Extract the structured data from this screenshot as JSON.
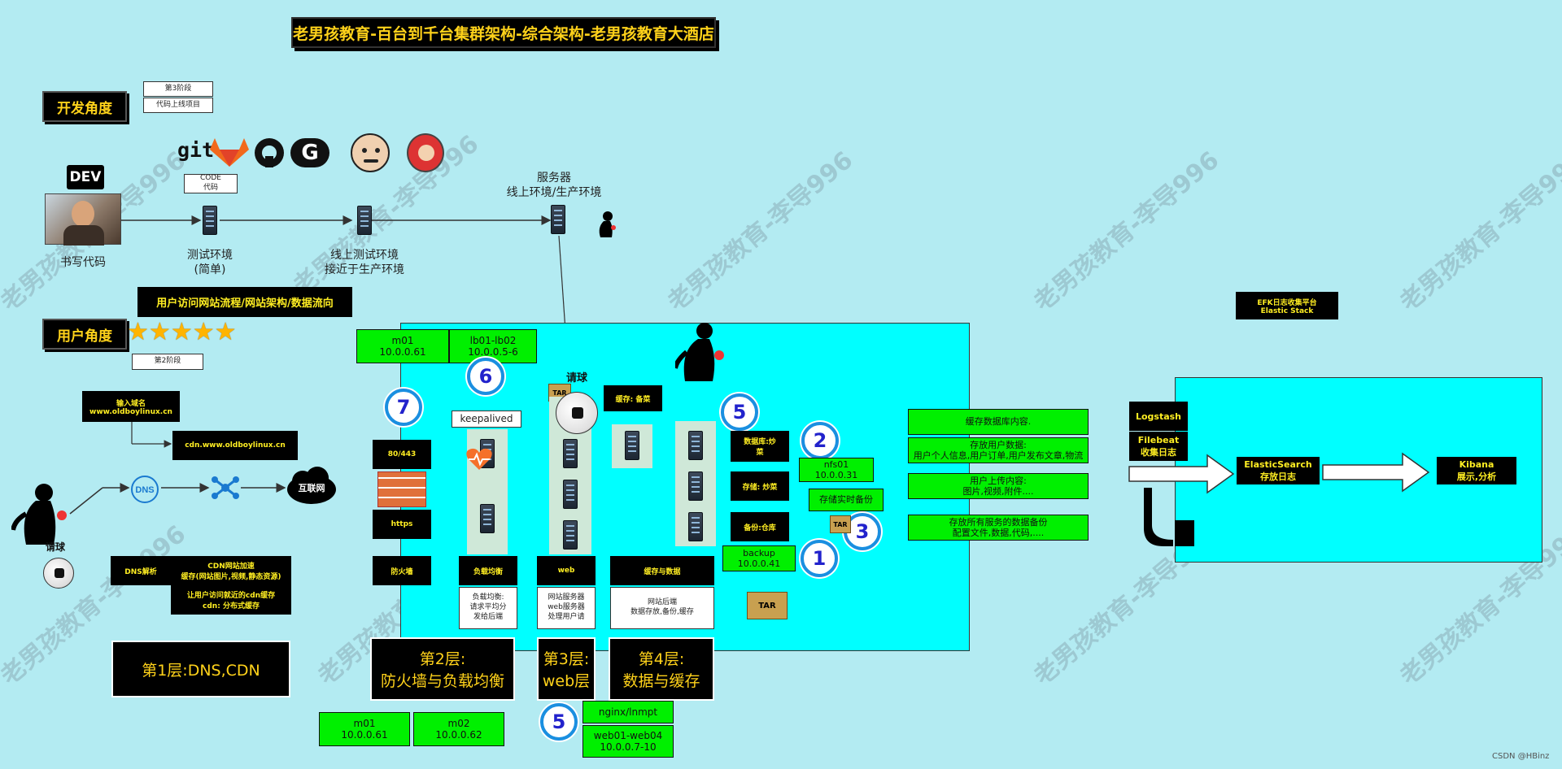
{
  "title": "老男孩教育-百台到千台集群架构-综合架构-老男孩教育大酒店",
  "dev": {
    "heading": "开发角度",
    "stage_label": "第3阶段",
    "stage_desc": "代码上线项目",
    "dev_badge": "DEV",
    "write_code": "书写代码",
    "code_line1": "CODE",
    "code_line2": "代码",
    "git_text": "git",
    "test_env_1": "测试环境",
    "test_env_2": "(简单)",
    "online_test_1": "线上测试环境",
    "online_test_2": "接近于生产环境",
    "server_1": "服务器",
    "server_2": "线上环境/生产环境"
  },
  "user": {
    "flow_title": "用户访问网站流程/网站架构/数据流向",
    "heading": "用户角度",
    "stars": 5,
    "stage_label": "第2阶段",
    "input_domain_1": "输入域名",
    "input_domain_2": "www.oldboylinux.cn",
    "cdn_domain": "cdn.www.oldboylinux.cn",
    "request_ball": "请球",
    "dns_text": "DNS",
    "internet": "互联网",
    "dns_resolve": "DNS解析",
    "cdn_accel_1": "CDN网站加速",
    "cdn_accel_2": "缓存(网站图片,视频,静态资源)",
    "cdn_near_1": "让用户访问就近的cdn缓存",
    "cdn_near_2": "cdn: 分布式缓存",
    "layer1": "第1层:DNS,CDN"
  },
  "layers": {
    "m01_top_1": "m01",
    "m01_top_2": "10.0.0.61",
    "lb_1": "lb01-lb02",
    "lb_2": "10.0.0.5-6",
    "port": "80/443",
    "https": "https",
    "firewall": "防火墙",
    "keepalived": "keepalived",
    "lb_label": "负载均衡",
    "lb_desc_1": "负载均衡:",
    "lb_desc_2": "请求平均分",
    "lb_desc_3": "发给后端",
    "web_label": "web",
    "web_desc_1": "网站服务器",
    "web_desc_2": "web服务器",
    "web_desc_3": "处理用户请",
    "cache_data_label": "缓存与数据",
    "cache_data_desc_1": "网站后端",
    "cache_data_desc_2": "数据存放,备份,缓存",
    "request_ball": "请球",
    "cache_label_1": "缓存: 备菜",
    "db_label_1": "数据库:炒",
    "db_label_2": "菜",
    "storage_label": "存储: 炒菜",
    "backup_label": "备份:仓库",
    "nfs_1": "nfs01",
    "nfs_2": "10.0.0.31",
    "realtime_backup": "存储实时备份",
    "backup_1": "backup",
    "backup_2": "10.0.0.41",
    "layer2_1": "第2层:",
    "layer2_2": "防火墙与负载均衡",
    "layer3_1": "第3层:",
    "layer3_2": "web层",
    "layer4_1": "第4层:",
    "layer4_2": "数据与缓存",
    "m01_bot_1": "m01",
    "m01_bot_2": "10.0.0.61",
    "m02_1": "m02",
    "m02_2": "10.0.0.62",
    "nginx": "nginx/lnmpt",
    "web_ip_1": "web01-web04",
    "web_ip_2": "10.0.0.7-10",
    "tar_label": "TAR"
  },
  "numbers": {
    "n7": "7",
    "n6": "6",
    "n5a": "5",
    "n2": "2",
    "n3": "3",
    "n1": "1",
    "n5b": "5"
  },
  "desc": {
    "d1": "缓存数据库内容.",
    "d2_1": "存放用户数据:",
    "d2_2": "用户个人信息,用户订单,用户发布文章,物流",
    "d3_1": "用户上传内容:",
    "d3_2": "图片,视频,附件....",
    "d4_1": "存放所有服务的数据备份",
    "d4_2": "配置文件,数据,代码,...."
  },
  "efk": {
    "title_1": "EFK日志收集平台",
    "title_2": "Elastic Stack",
    "logstash": "Logstash",
    "filebeat_1": "Filebeat",
    "filebeat_2": "收集日志",
    "es_1": "ElasticSearch",
    "es_2": "存放日志",
    "kibana_1": "Kibana",
    "kibana_2": "展示,分析"
  },
  "watermark": "老男孩教育-李导996",
  "credit": "CSDN @HBinz",
  "colors": {
    "background": "#b3ebf2",
    "panel": "#00ffff",
    "green": "#00f000",
    "gold": "#ffd21a"
  }
}
